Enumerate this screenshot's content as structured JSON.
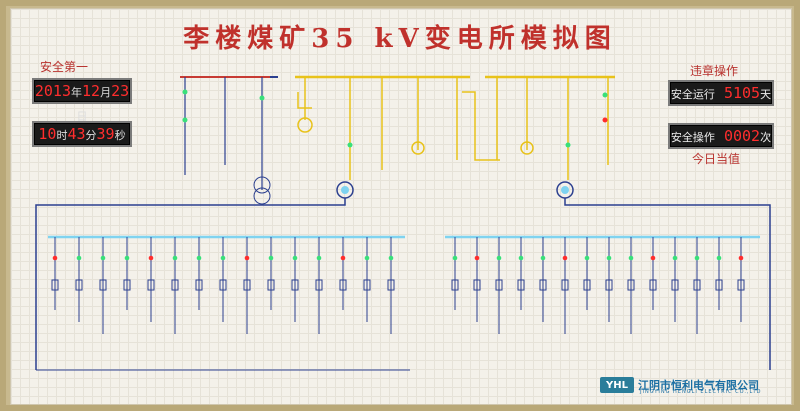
{
  "title": "李楼煤矿35 kV变电所模拟图",
  "left_panel": {
    "safety_label": "安全第一",
    "date": {
      "year": "2013",
      "year_unit": "年",
      "month": "12",
      "month_unit": "月",
      "day": "23",
      "day_unit": "日"
    },
    "time": {
      "hour": "10",
      "hour_unit": "时",
      "minute": "43",
      "minute_unit": "分",
      "second": "39",
      "second_unit": "秒"
    }
  },
  "right_panel": {
    "violation_label": "违章操作",
    "safe_run_label": "安全运行",
    "safe_run_value": "5105",
    "safe_run_unit": "天",
    "safe_op_label": "安全操作",
    "safe_op_value": "0002",
    "safe_op_unit": "次",
    "on_duty_label": "今日当值"
  },
  "logo": {
    "mark": "YHL",
    "company_cn": "江阴市恒利电气有限公司",
    "company_en": "JINGYING HENGLI ELECTRIC CO.,LTD"
  },
  "colors": {
    "title_red": "#c0312c",
    "bus_yellow": "#e8c21a",
    "bus_cyan": "#7fd3f0",
    "line_blue": "#2b3f8f",
    "led_red": "#ff2d2d",
    "led_green": "#39e07a"
  }
}
